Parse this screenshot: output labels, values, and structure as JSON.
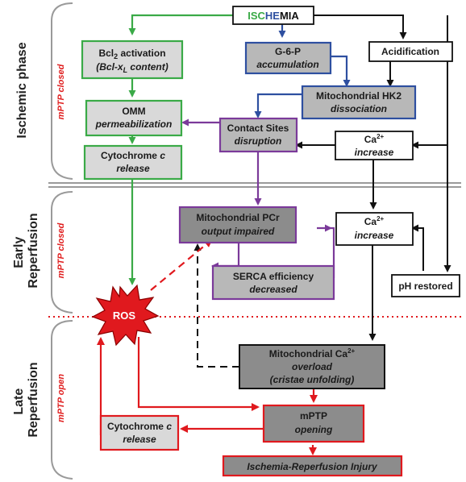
{
  "colors": {
    "green": "#3aaa47",
    "blue": "#2e4fa0",
    "black": "#111111",
    "purple": "#7b3a9a",
    "red": "#e0191e",
    "fill_light": "#d9d9d9",
    "fill_mid": "#b8b8b8",
    "fill_dark": "#8c8c8c",
    "bracket": "#9a9a9a"
  },
  "phases": {
    "ischemic": "Ischemic phase",
    "early": "Early\nReperfusion",
    "late": "Late\nReperfusion"
  },
  "mptp": {
    "ischemic": "mPTP closed",
    "early": "mPTP closed",
    "late": "mPTP open"
  },
  "ischemia": {
    "isc": "ISC",
    "he": "HE",
    "mia": "MIA"
  },
  "nodes": {
    "bcl2": {
      "line1_main": "Bcl",
      "line1_sub": "2",
      "line1_rest": " activation",
      "line2_open": "(Bcl-x",
      "line2_sub": "L",
      "line2_close": " content)"
    },
    "g6p": {
      "line1": "G-6-P",
      "line2": "accumulation"
    },
    "acid": {
      "line1": "Acidification"
    },
    "hk2": {
      "line1": "Mitochondrial HK2",
      "line2": "dissociation"
    },
    "omm": {
      "line1": "OMM",
      "line2": "permeabilization"
    },
    "contact": {
      "line1": "Contact Sites",
      "line2": "disruption"
    },
    "ca1": {
      "base": "Ca",
      "sup": "2+",
      "line2": "increase"
    },
    "cytc1": {
      "line1_pre": "Cytochrome ",
      "line1_it": "c",
      "line2": "release"
    },
    "pcr": {
      "line1": "Mitochondrial PCr",
      "line2": "output impaired"
    },
    "ca2": {
      "base": "Ca",
      "sup": "2+",
      "line2": "increase"
    },
    "serca": {
      "line1": "SERCA efficiency",
      "line2": "decreased"
    },
    "ph": {
      "line1": "pH restored"
    },
    "ros": {
      "line1": "ROS"
    },
    "mitoca": {
      "line1_base": "Mitochondrial Ca",
      "line1_sup": "2+",
      "line2": "overload",
      "line3": "(cristae unfolding)"
    },
    "mptp": {
      "line1": "mPTP",
      "line2": "opening"
    },
    "cytc2": {
      "line1_pre": "Cytochrome ",
      "line1_it": "c",
      "line2": "release"
    },
    "iri": {
      "line1": "Ischemia-Reperfusion Injury"
    }
  }
}
